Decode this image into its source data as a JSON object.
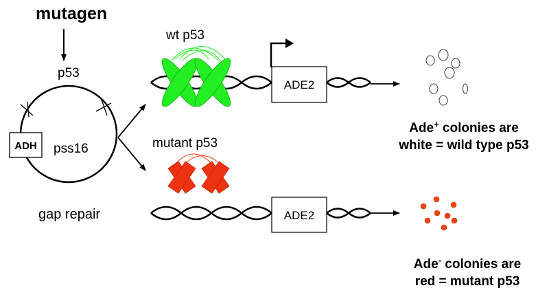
{
  "labels": {
    "mutagen": "mutagen",
    "p53": "p53",
    "adh": "ADH",
    "pss16": "pss16",
    "gap_repair": "gap repair",
    "wt_p53": "wt p53",
    "mutant_p53": "mutant p53",
    "ade2_top": "ADE2",
    "ade2_bottom": "ADE2"
  },
  "results": {
    "white": {
      "line1_prefix": "Ade",
      "line1_sup": "+",
      "line1_suffix": " colonies are",
      "line2": "white = wild type p53"
    },
    "red": {
      "line1_prefix": "Ade",
      "line1_sup": "-",
      "line1_suffix": " colonies are",
      "line2": "red = mutant p53"
    }
  },
  "colors": {
    "wild_type_protein": "#22ee22",
    "mutant_protein": "#ee3311",
    "red_colony": "#ee4411",
    "line": "#000000"
  }
}
